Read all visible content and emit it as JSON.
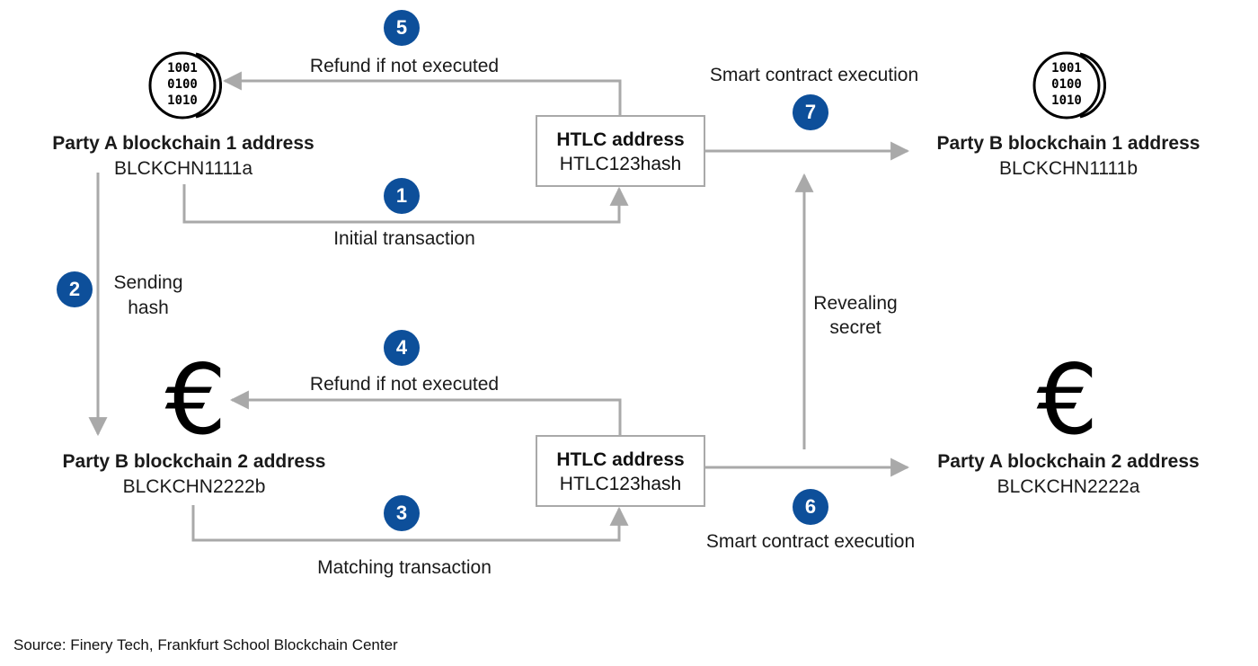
{
  "party_a_bc1": {
    "title": "Party A blockchain 1 address",
    "address": "BLCKCHN1111a"
  },
  "party_b_bc1": {
    "title": "Party B blockchain 1 address",
    "address": "BLCKCHN1111b"
  },
  "party_b_bc2": {
    "title": "Party B blockchain 2 address",
    "address": "BLCKCHN2222b"
  },
  "party_a_bc2": {
    "title": "Party A blockchain 2 address",
    "address": "BLCKCHN2222a"
  },
  "htlc_top": {
    "title": "HTLC address",
    "address": "HTLC123hash"
  },
  "htlc_bottom": {
    "title": "HTLC address",
    "address": "HTLC123hash"
  },
  "coin_icon": {
    "lines": [
      "1001",
      "0100",
      "1010"
    ]
  },
  "euro_symbol": "€",
  "steps": [
    {
      "number": "1",
      "label": "Initial transaction"
    },
    {
      "number": "2",
      "label_lines": [
        "Sending",
        "hash"
      ]
    },
    {
      "number": "3",
      "label": "Matching transaction"
    },
    {
      "number": "4",
      "label": "Refund if not executed"
    },
    {
      "number": "5",
      "label": "Refund if not executed"
    },
    {
      "number": "6",
      "label": "Smart contract execution"
    },
    {
      "number": "7",
      "label": "Smart contract execution"
    }
  ],
  "revealing_secret": [
    "Revealing",
    "secret"
  ],
  "colors": {
    "badge": "#0d4f9a",
    "arrow": "#a9a9a9",
    "text": "#1a1a1a"
  },
  "source": "Source: Finery Tech, Frankfurt School Blockchain Center"
}
